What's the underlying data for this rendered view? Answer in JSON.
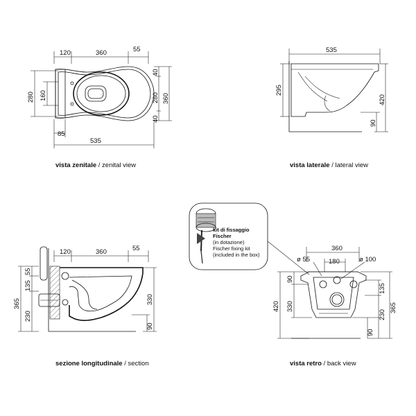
{
  "views": {
    "top": {
      "caption_bold": "vista zenitale",
      "caption_rest": " / zenital view",
      "dims": {
        "d120": "120",
        "d360": "360",
        "d55": "55",
        "d280": "280",
        "d160": "160",
        "d40a": "40",
        "d280b": "280",
        "d360b": "360",
        "d40b": "40",
        "d85": "85",
        "d535": "535"
      }
    },
    "lateral": {
      "caption_bold": "vista laterale",
      "caption_rest": " / lateral view",
      "dims": {
        "d535": "535",
        "d295": "295",
        "d420": "420",
        "d90": "90"
      }
    },
    "section": {
      "caption_bold": "sezione longitudinale",
      "caption_rest": " / section",
      "dims": {
        "d120": "120",
        "d360": "360",
        "d55": "55",
        "d55v": "55",
        "d135": "135",
        "d365": "365",
        "d230": "230",
        "d330": "330",
        "d90": "90"
      }
    },
    "back": {
      "caption_bold": "vista retro",
      "caption_rest": " / back view",
      "dims": {
        "d360": "360",
        "dia55": "ø 55",
        "d180": "180",
        "dia100": "ø 100",
        "d90": "90",
        "d420": "420",
        "d330": "330",
        "d135": "135",
        "d230": "230",
        "d365": "365",
        "d90b": "90"
      }
    }
  },
  "kit_note": {
    "line1": "kit di fissaggio",
    "line2": "Fischer",
    "line3": "(in dotazione)",
    "line4": "Fischer fixing kit",
    "line5": "(included in the box)"
  }
}
